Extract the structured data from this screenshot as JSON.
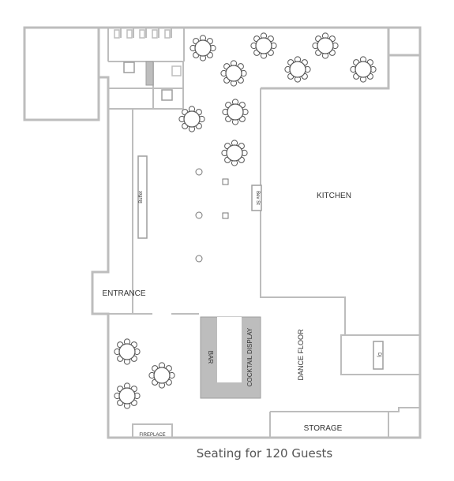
{
  "colors": {
    "wall": "#bdbdbd",
    "wall_dark": "#9e9e9e",
    "bar_fill": "#bdbdbd",
    "table_stroke": "#555555",
    "label": "#333333"
  },
  "labels": {
    "kitchen": "KITCHEN",
    "entrance": "ENTRANCE",
    "dance_floor": "DANCE FLOOR",
    "bar": "BAR",
    "cocktail_display": "COCKTAIL DISPLAY",
    "storage": "STORAGE",
    "fireplace": "FIREPLACE",
    "buffet": "Buffet",
    "bev_station": "Bev St",
    "dj": "Dj"
  },
  "caption": "Seating for 120 Guests",
  "tables": [
    {
      "id": "t1"
    },
    {
      "id": "t2"
    },
    {
      "id": "t3"
    },
    {
      "id": "t4"
    },
    {
      "id": "t5"
    },
    {
      "id": "t6"
    },
    {
      "id": "t7"
    },
    {
      "id": "t8"
    },
    {
      "id": "t9"
    },
    {
      "id": "t10"
    },
    {
      "id": "t11"
    },
    {
      "id": "t12"
    },
    {
      "id": "t13"
    }
  ]
}
